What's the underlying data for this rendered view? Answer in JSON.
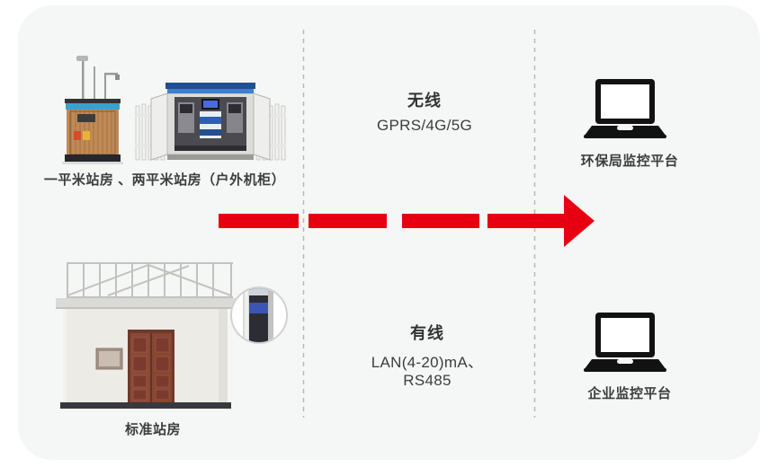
{
  "colors": {
    "arrow_red": "#e60012",
    "dashed_line": "#b9b9b9",
    "card_bg": "#f5f6f6",
    "text": "#3d3d3d"
  },
  "stations": {
    "small_stations_label": "一平米站房 、两平米站房（户外机柜）",
    "standard_station_label": "标准站房"
  },
  "transmission": {
    "wireless": {
      "title": "无线",
      "subtitle": "GPRS/4G/5G"
    },
    "wired": {
      "title": "有线",
      "subtitle": "LAN(4-20)mA、RS485"
    }
  },
  "platforms": {
    "epa": {
      "label": "环保局监控平台",
      "icon": "laptop-icon"
    },
    "enterprise": {
      "label": "企业监控平台",
      "icon": "laptop-icon"
    }
  }
}
